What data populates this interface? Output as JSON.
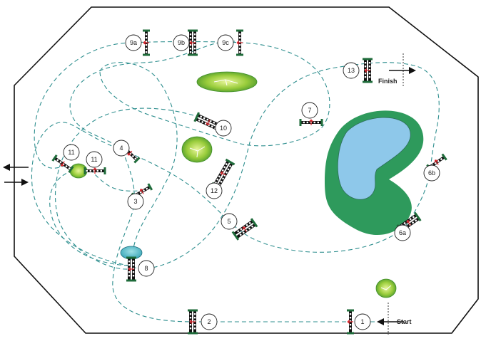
{
  "course": {
    "labels": {
      "start": "Start",
      "finish": "Finish"
    },
    "jumps": [
      {
        "id": "1"
      },
      {
        "id": "2"
      },
      {
        "id": "3"
      },
      {
        "id": "4"
      },
      {
        "id": "5"
      },
      {
        "id": "6a"
      },
      {
        "id": "6b"
      },
      {
        "id": "7"
      },
      {
        "id": "8"
      },
      {
        "id": "9a"
      },
      {
        "id": "9b"
      },
      {
        "id": "9c"
      },
      {
        "id": "10"
      },
      {
        "id": "11"
      },
      {
        "id": "11b",
        "text": "11"
      },
      {
        "id": "12"
      },
      {
        "id": "13"
      }
    ]
  },
  "colors": {
    "path": "#2f8f8f",
    "arena_border": "#111111",
    "pole": "#1e6b3a",
    "stripe": "#ffffff",
    "arrow": "#d9232a",
    "bush": "#7ac143",
    "lake_grass": "#2e9a5c",
    "water": "#8ec8ea"
  }
}
